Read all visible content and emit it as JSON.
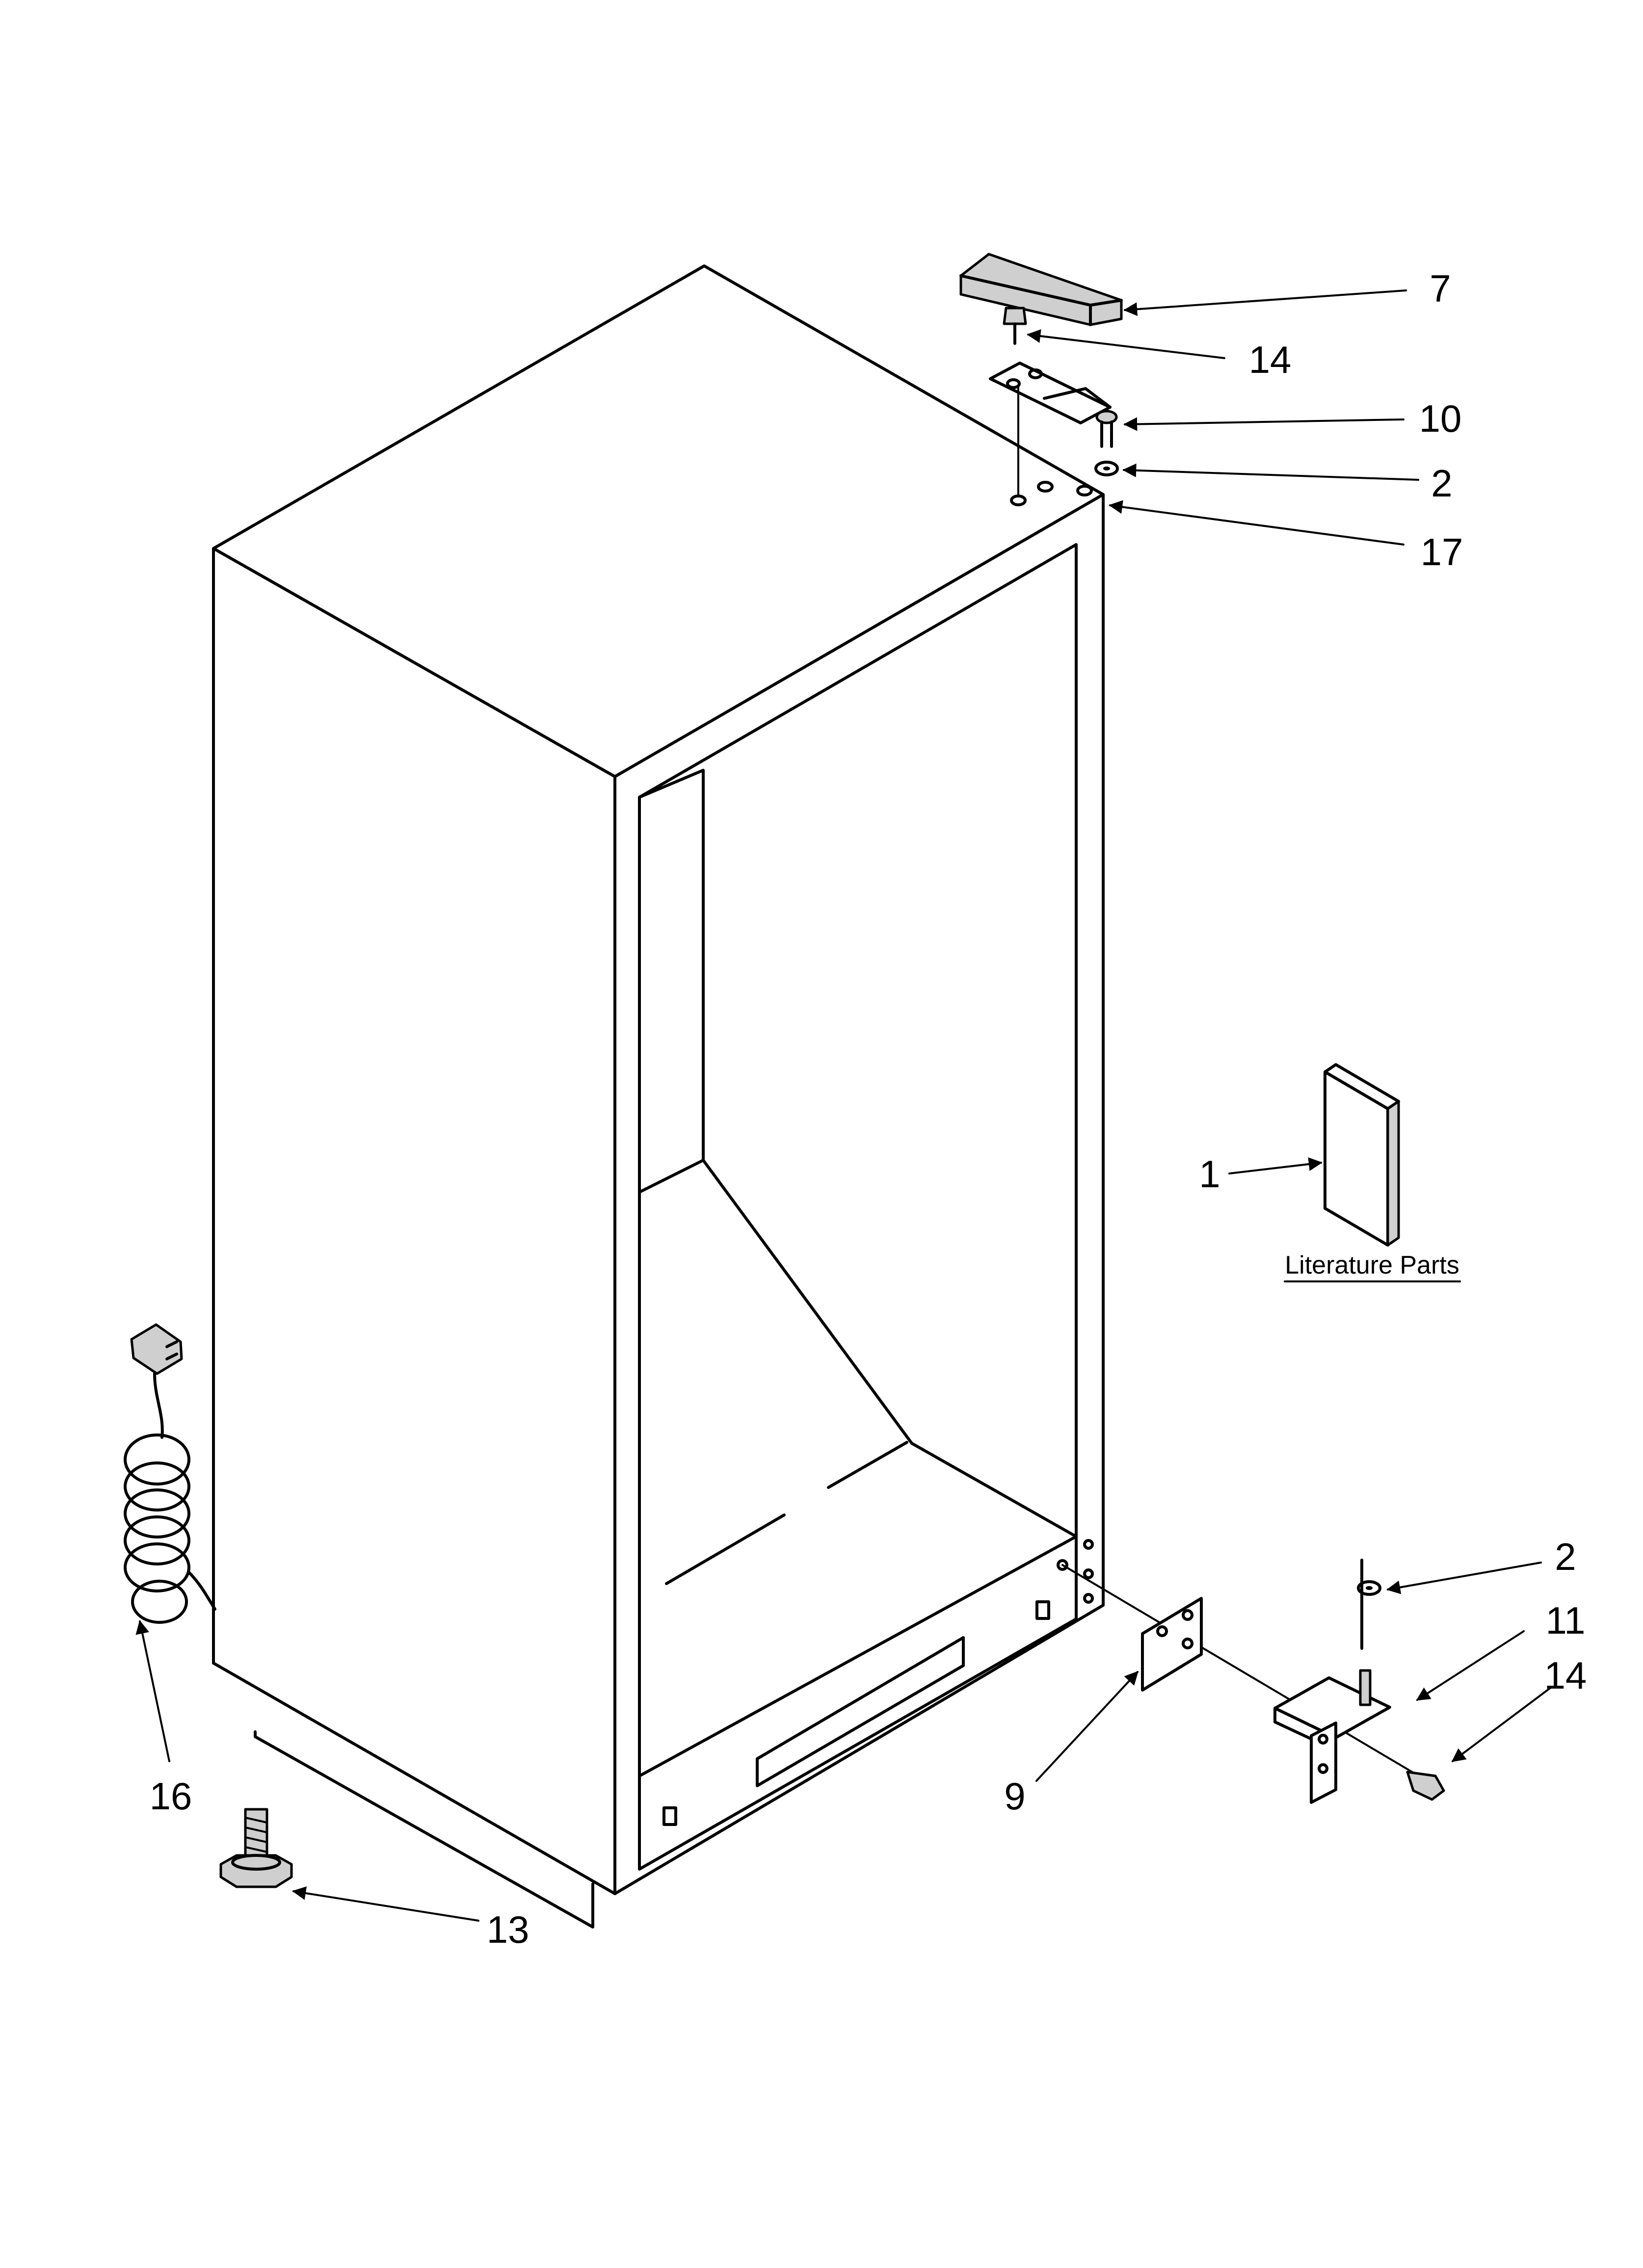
{
  "callouts": {
    "c7": "7",
    "c14_top": "14",
    "c10": "10",
    "c2_top": "2",
    "c17": "17",
    "c1": "1",
    "c2_bottom": "2",
    "c11": "11",
    "c14_bottom": "14",
    "c9": "9",
    "c16": "16",
    "c13": "13"
  },
  "literature_label": "Literature Parts"
}
